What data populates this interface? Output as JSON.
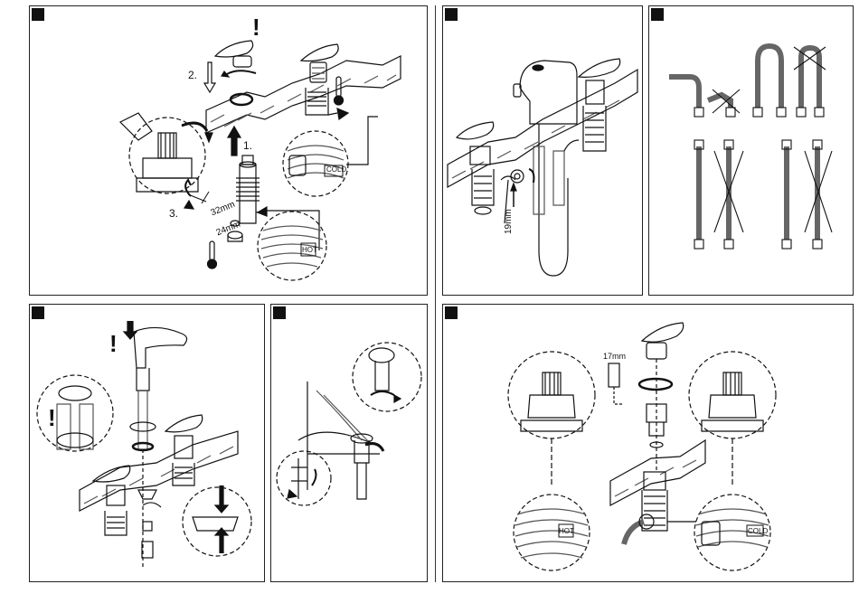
{
  "panel1": {
    "step1_label": "1.",
    "step2_label": "2.",
    "step3_label": "3.",
    "dim_32": "32mm",
    "dim_24": "24mm",
    "warning": "!",
    "cold_label": "COLD",
    "hot_label": "HOT"
  },
  "panel2": {
    "dim_19": "19mm"
  },
  "panel4": {
    "warning_top": "!",
    "warning_side": "!"
  },
  "panel6": {
    "dim_17": "17mm",
    "hot_label": "HOT",
    "cold_label": "COLD"
  },
  "icons": [
    "warning-icon",
    "thermometer-hot-icon",
    "thermometer-cold-icon",
    "wrench-icon",
    "arrow-icon",
    "hose-icon",
    "faucet-icon"
  ],
  "colors": {
    "line": "#111111",
    "hatch": "#555555",
    "paper": "#ffffff"
  }
}
